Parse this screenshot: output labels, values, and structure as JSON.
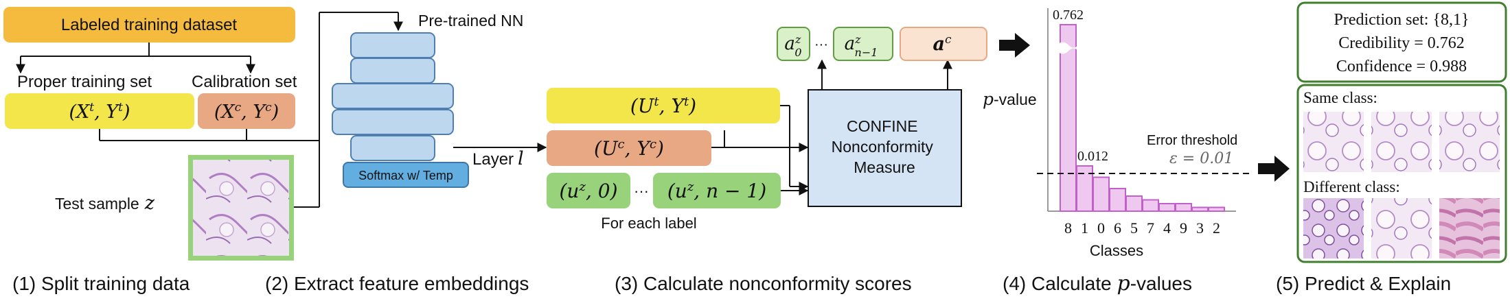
{
  "step1": {
    "dataset_label": "Labeled training dataset",
    "proper_label": "Proper training set",
    "calib_label": "Calibration set",
    "proper_math": "(X",
    "proper_sup_t": "t",
    "proper_mid": ", Y",
    "proper_close": ")",
    "calib_math": "(X",
    "calib_sup_c": "c",
    "calib_mid": ", Y",
    "calib_close": ")",
    "test_label": "Test sample",
    "test_var": "z",
    "caption": "(1) Split training data"
  },
  "step2": {
    "nn_label": "Pre-trained NN",
    "softmax_label": "Softmax w/ Temp",
    "layer_label": "Layer",
    "layer_var": "l",
    "caption": "(2) Extract feature embeddings"
  },
  "step3": {
    "ut_open": "(U",
    "ut_sup": "t",
    "ut_mid": ", Y",
    "ut_close": ")",
    "uc_open": "(U",
    "uc_sup": "c",
    "uc_mid": ", Y",
    "uc_close": ")",
    "uz0_text": "(u",
    "uz0_sup": "z",
    "uz0_rest": ", 0)",
    "uzn_text": "(u",
    "uzn_sup": "z",
    "uzn_rest": ", n − 1)",
    "dots": "···",
    "for_each": "For each label",
    "confine_line1": "CONFINE",
    "confine_line2": "Nonconformity",
    "confine_line3": "Measure",
    "a0_base": "a",
    "a0_sup": "z",
    "a0_sub": "0",
    "an_base": "a",
    "an_sup": "z",
    "an_sub": "n−1",
    "ac_base": "a",
    "ac_sup": "c",
    "caption": "(3) Calculate nonconformity scores"
  },
  "step4": {
    "p_label_var": "p",
    "p_label_rest": "-value",
    "error_label": "Error threshold",
    "epsilon_label": "ε = 0.01",
    "xlabel": "Classes",
    "caption_pre": "(4) Calculate ",
    "caption_var": "p",
    "caption_post": "-values"
  },
  "chart_data": {
    "type": "bar",
    "categories": [
      "8",
      "1",
      "0",
      "6",
      "5",
      "7",
      "4",
      "9",
      "3",
      "2"
    ],
    "values": [
      0.762,
      0.012,
      0.009,
      0.006,
      0.004,
      0.003,
      0.002,
      0.002,
      0.001,
      0.001
    ],
    "data_labels": [
      "0.762",
      "0.012"
    ],
    "xlabel": "Classes",
    "ylabel": "p-value",
    "threshold": 0.01,
    "axis_break": true,
    "bar_color": "#efc8ef",
    "bar_stroke": "#c060c8"
  },
  "step5": {
    "prediction_set": "Prediction set: {8,1}",
    "credibility": "Credibility = 0.762",
    "confidence": "Confidence = 0.988",
    "same_class": "Same class:",
    "different_class": "Different class:",
    "caption": "(5) Predict & Explain"
  },
  "colors": {
    "orange": "#f4bb3f",
    "yellow": "#f2e64a",
    "salmon": "#e8a883",
    "green_fill": "#98d27a",
    "green_light": "#d9f0c8",
    "green_border": "#5e9e3e",
    "blue_nn": "#bcd7ee",
    "blue_nn_border": "#4f7fb0",
    "softmax": "#62aee0",
    "confine": "#d5e4f5",
    "peach": "#fbe3d1"
  }
}
